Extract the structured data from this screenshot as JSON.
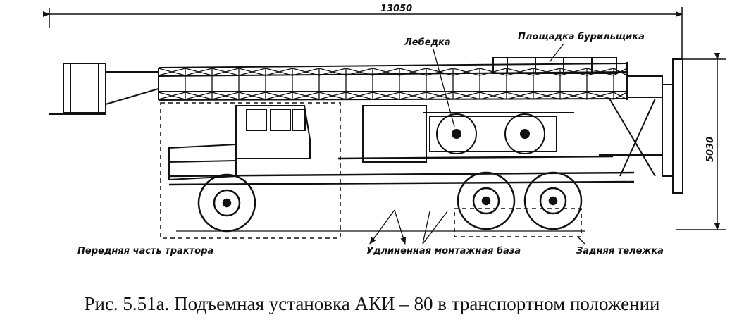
{
  "figure": {
    "dim_length": "13050",
    "dim_height": "5030",
    "labels": {
      "winch": "Лебедка",
      "derrick_platform": "Площадка бурильщика",
      "front_tractor": "Передняя часть трактора",
      "extended_base": "Удлиненная монтажная база",
      "rear_bogie": "Задняя тележка"
    }
  },
  "caption": "Рис. 5.51а. Подъемная установка АКИ – 80 в транспортном положении"
}
